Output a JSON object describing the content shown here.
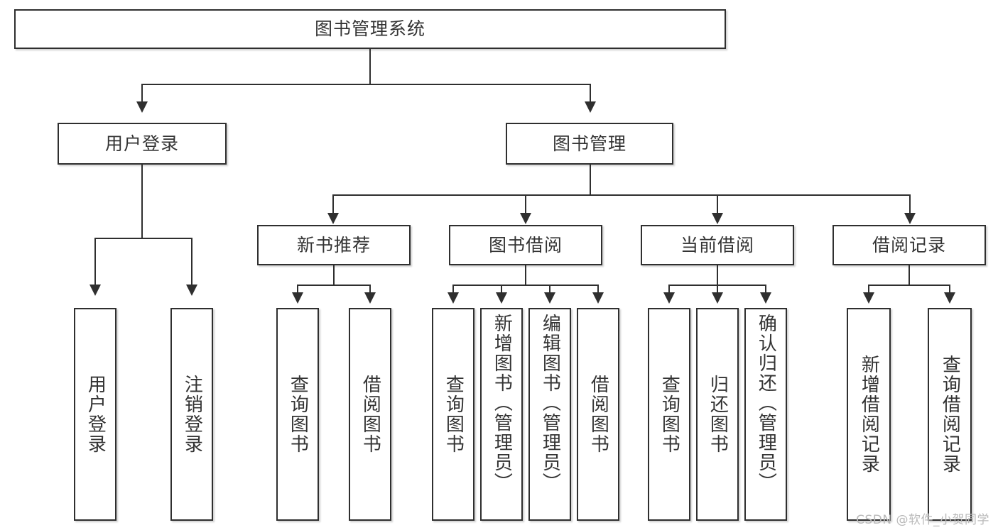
{
  "diagram": {
    "title_node": {
      "label": "图书管理系统"
    },
    "level1": [
      {
        "id": "user-login",
        "label": "用户登录"
      },
      {
        "id": "book-management",
        "label": "图书管理"
      }
    ],
    "level2": [
      {
        "id": "new-book-recommend",
        "label": "新书推荐"
      },
      {
        "id": "book-borrow",
        "label": "图书借阅"
      },
      {
        "id": "current-borrow",
        "label": "当前借阅"
      },
      {
        "id": "borrow-record",
        "label": "借阅记录"
      }
    ],
    "leaves": {
      "user_login": [
        {
          "id": "leaf-user-login",
          "label": "用户登录"
        },
        {
          "id": "leaf-logout-login",
          "label": "注销登录"
        }
      ],
      "new_book_recommend": [
        {
          "id": "leaf-query-book-1",
          "label": "查询图书"
        },
        {
          "id": "leaf-borrow-book-1",
          "label": "借阅图书"
        }
      ],
      "book_borrow": [
        {
          "id": "leaf-query-book-2",
          "label": "查询图书"
        },
        {
          "id": "leaf-add-book-admin",
          "label": "新增图书（管理员）"
        },
        {
          "id": "leaf-edit-book-admin",
          "label": "编辑图书（管理员）"
        },
        {
          "id": "leaf-borrow-book-2",
          "label": "借阅图书"
        }
      ],
      "current_borrow": [
        {
          "id": "leaf-query-book-3",
          "label": "查询图书"
        },
        {
          "id": "leaf-return-book",
          "label": "归还图书"
        },
        {
          "id": "leaf-confirm-return-admin",
          "label": "确认归还（管理员）"
        }
      ],
      "borrow_record": [
        {
          "id": "leaf-add-borrow-record",
          "label": "新增借阅记录"
        },
        {
          "id": "leaf-query-borrow-record",
          "label": "查询借阅记录"
        }
      ]
    }
  },
  "watermark": {
    "text": "CSDN @软件_小贺同学"
  },
  "colors": {
    "stroke": "#2f2f2f",
    "text": "#333333",
    "background": "#ffffff",
    "watermark": "#b9b9b9"
  }
}
